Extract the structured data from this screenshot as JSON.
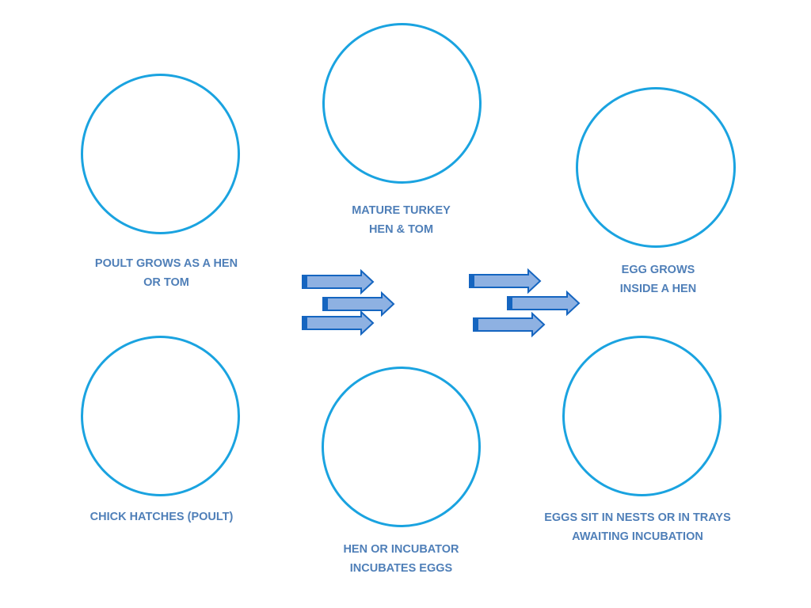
{
  "colors": {
    "circle_stroke": "#1aa3e0",
    "label_text": "#4f7fb8",
    "arrow_fill": "#8eb1e2",
    "arrow_stroke": "#1565c0"
  },
  "stages": {
    "mature": {
      "line1": "MATURE TURKEY",
      "line2": "HEN & TOM"
    },
    "egg_grows": {
      "line1": "EGG GROWS",
      "line2": "INSIDE A HEN"
    },
    "eggs_sit": {
      "line1": "EGGS SIT IN NESTS OR IN TRAYS",
      "line2": "AWAITING INCUBATION"
    },
    "incubates": {
      "line1": "HEN OR INCUBATOR",
      "line2": "INCUBATES EGGS"
    },
    "chick": {
      "line1": "CHICK HATCHES (POULT)"
    },
    "poult": {
      "line1": "POULT GROWS AS A HEN",
      "line2": "OR TOM"
    }
  }
}
